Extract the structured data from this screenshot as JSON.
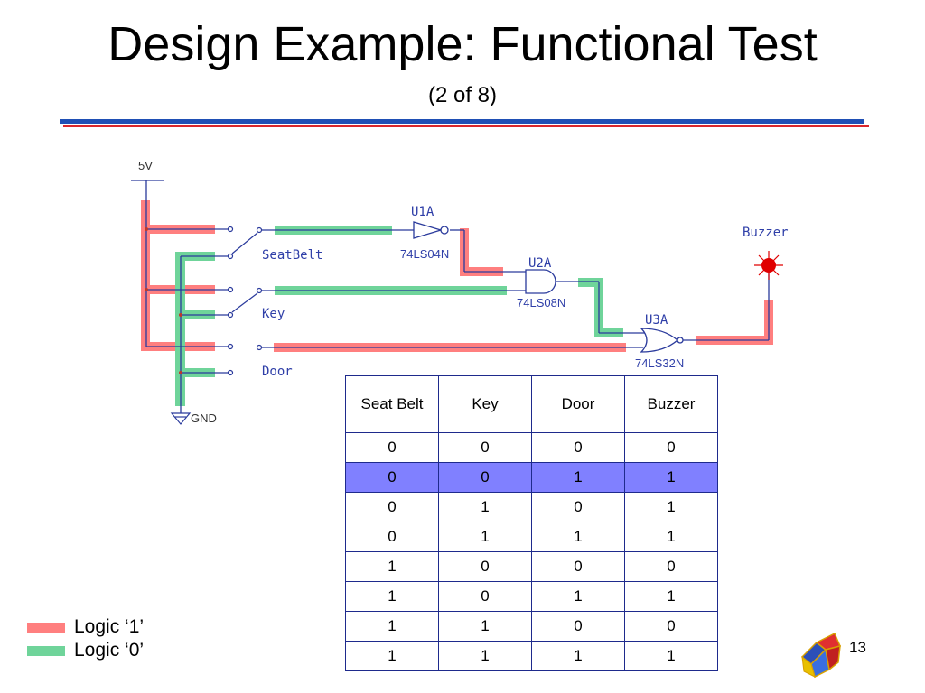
{
  "slide": {
    "title": "Design Example: Functional Test",
    "subtitle": "(2 of 8)",
    "page_number": "13"
  },
  "schematic": {
    "power_label": "5V",
    "ground_label": "GND",
    "switch_labels": [
      "SeatBelt",
      "Key",
      "Door"
    ],
    "output_label": "Buzzer",
    "gates": [
      {
        "ref": "U1A",
        "part": "74LS04N"
      },
      {
        "ref": "U2A",
        "part": "74LS08N"
      },
      {
        "ref": "U3A",
        "part": "74LS32N"
      }
    ],
    "colors": {
      "logic_1": "#ff7f7f",
      "logic_0": "#6fd49a",
      "wire": "#2a3a9c",
      "buzzer": "#e00000"
    }
  },
  "truth_table": {
    "headers": [
      "Seat Belt",
      "Key",
      "Door",
      "Buzzer"
    ],
    "rows": [
      [
        "0",
        "0",
        "0",
        "0"
      ],
      [
        "0",
        "0",
        "1",
        "1"
      ],
      [
        "0",
        "1",
        "0",
        "1"
      ],
      [
        "0",
        "1",
        "1",
        "1"
      ],
      [
        "1",
        "0",
        "0",
        "0"
      ],
      [
        "1",
        "0",
        "1",
        "1"
      ],
      [
        "1",
        "1",
        "0",
        "0"
      ],
      [
        "1",
        "1",
        "1",
        "1"
      ]
    ],
    "highlighted_row": 1,
    "highlight_color": "#8080ff"
  },
  "legend": [
    {
      "label": "Logic ‘1’",
      "color": "#ff7f7f"
    },
    {
      "label": "Logic ‘0’",
      "color": "#6fd49a"
    }
  ]
}
